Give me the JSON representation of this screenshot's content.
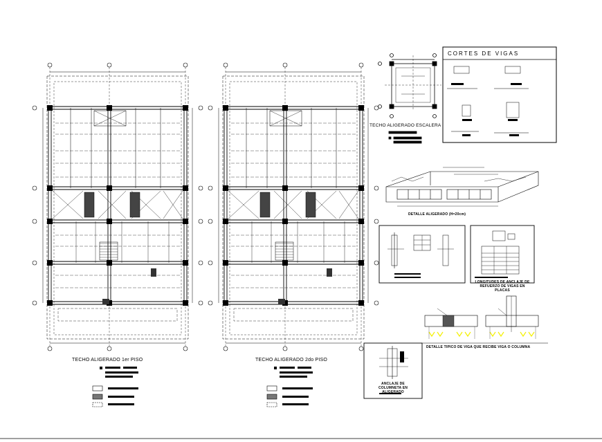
{
  "sheet": {
    "plan1_title": "TECHO ALIGERADO 1er PISO",
    "plan2_title": "TECHO ALIGERADO 2do PISO",
    "stair_title": "TECHO ALIGERADO ESCALERA",
    "beam_sections_title": "CORTES DE VIGAS",
    "slab_detail_title": "DETALLE ALIGERADO (H=20cm)",
    "anchorage_title": "LONGITUDES DE ANCLAJE DE REFUERZO DE VIGAS EN PLACAS",
    "beam_detail_title": "DETALLE TIPICO DE VIGA QUE RECIBE VIGA O COLUMNA",
    "column_anchor_title": "ANCLAJE DE COLUMNETA EN ALIGERADO"
  },
  "colors": {
    "ink": "#000000",
    "paper": "#ffffff",
    "accent": "#f4f000"
  }
}
